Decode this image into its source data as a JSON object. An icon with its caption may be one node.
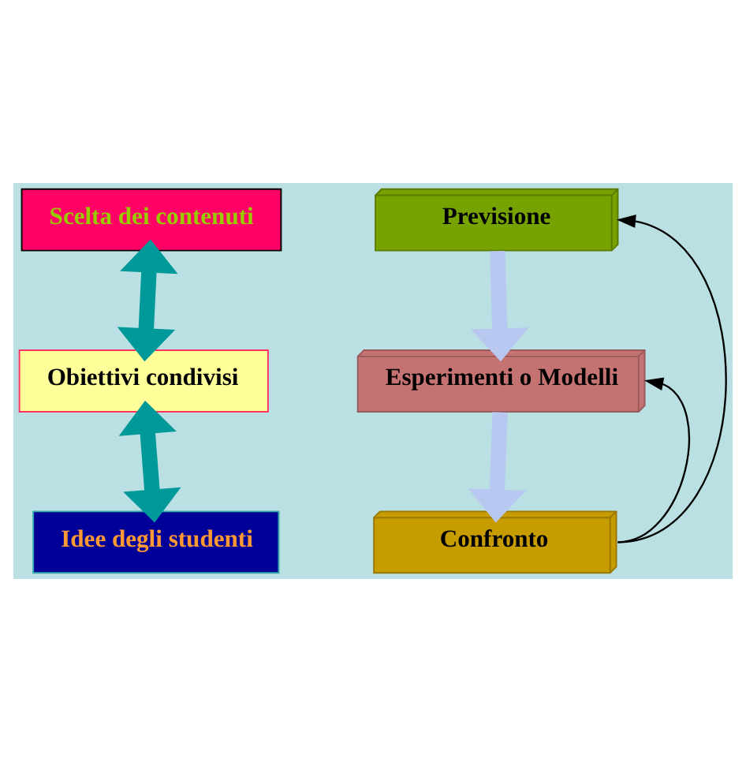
{
  "diagram": {
    "nodes": [
      {
        "text": [
          "Scelta dei contenuti"
        ]
      },
      {
        "text": [
          "Obiettivi condivisi"
        ]
      },
      {
        "text": [
          "Idee degli studenti"
        ]
      },
      {
        "text": [
          "Previsione"
        ]
      },
      {
        "text": [
          "Esperimenti o Modelli"
        ]
      },
      {
        "text": [
          "Confronto"
        ]
      }
    ],
    "edges": [
      {
        "from": 0,
        "to": 1,
        "arrow": "both",
        "color": "#009999"
      },
      {
        "from": 1,
        "to": 2,
        "arrow": "both",
        "color": "#009999"
      },
      {
        "from": 3,
        "to": 4,
        "arrow": "to",
        "color": "#b8c8f0"
      },
      {
        "from": 4,
        "to": 5,
        "arrow": "to",
        "color": "#b8c8f0"
      },
      {
        "from": 5,
        "to": 3,
        "arrow": "to",
        "color": "#000000"
      },
      {
        "from": 5,
        "to": 4,
        "arrow": "to",
        "color": "#000000"
      }
    ]
  }
}
